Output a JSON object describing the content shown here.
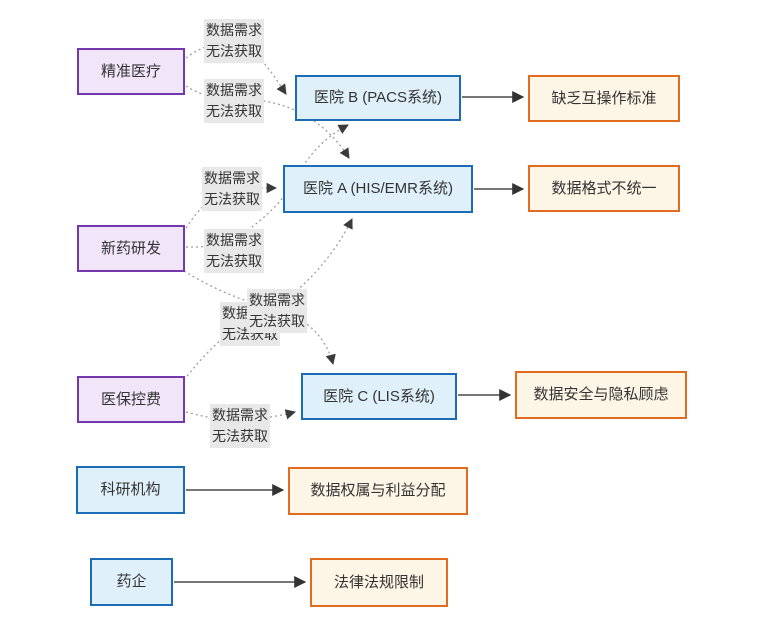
{
  "diagram": {
    "title_hint": "medical-data-flowchart",
    "nodes": {
      "precision_medicine": {
        "label": "精准医疗"
      },
      "new_drug_rd": {
        "label": "新药研发"
      },
      "insurance_cost_control": {
        "label": "医保控费"
      },
      "research_institution": {
        "label": "科研机构"
      },
      "pharma_company": {
        "label": "药企"
      },
      "hospital_b": {
        "label": "医院 B (PACS系统)"
      },
      "hospital_a": {
        "label": "医院 A (HIS/EMR系统)"
      },
      "hospital_c": {
        "label": "医院 C (LIS系统)"
      },
      "lack_interop": {
        "label": "缺乏互操作标准"
      },
      "format_inconsistent": {
        "label": "数据格式不统一"
      },
      "security_privacy": {
        "label": "数据安全与隐私顾虑"
      },
      "ownership_benefit": {
        "label": "数据权属与利益分配"
      },
      "legal_limits": {
        "label": "法律法规限制"
      }
    },
    "edge_label": "数据需求\n无法获取",
    "edges": [
      {
        "from": "精准医疗",
        "to": "医院 B (PACS系统)",
        "label": "数据需求无法获取",
        "style": "dotted"
      },
      {
        "from": "精准医疗",
        "to": "医院 A (HIS/EMR系统)",
        "label": "数据需求无法获取",
        "style": "dotted"
      },
      {
        "from": "新药研发",
        "to": "医院 A (HIS/EMR系统)",
        "label": "数据需求无法获取",
        "style": "dotted"
      },
      {
        "from": "新药研发",
        "to": "医院 B (PACS系统)",
        "label": "数据需求无法获取",
        "style": "dotted"
      },
      {
        "from": "新药研发",
        "to": "医院 C (LIS系统)",
        "label": "数据需求无法获取",
        "style": "dotted"
      },
      {
        "from": "医保控费",
        "to": "医院 A (HIS/EMR系统)",
        "label": "数据需求无法获取",
        "style": "dotted"
      },
      {
        "from": "医保控费",
        "to": "医院 C (LIS系统)",
        "label": "数据需求无法获取",
        "style": "dotted"
      },
      {
        "from": "医院 B (PACS系统)",
        "to": "缺乏互操作标准",
        "style": "solid"
      },
      {
        "from": "医院 A (HIS/EMR系统)",
        "to": "数据格式不统一",
        "style": "solid"
      },
      {
        "from": "医院 C (LIS系统)",
        "to": "数据安全与隐私顾虑",
        "style": "solid"
      },
      {
        "from": "科研机构",
        "to": "数据权属与利益分配",
        "style": "solid"
      },
      {
        "from": "药企",
        "to": "法律法规限制",
        "style": "solid"
      }
    ],
    "colors": {
      "demand_fill": "#f1e5f9",
      "demand_border": "#7238ac",
      "hospital_fill": "#dff0fa",
      "hospital_border": "#1b6cb5",
      "issue_fill": "#fdf5e6",
      "issue_border": "#e06c1f",
      "dotted_edge": "#9e9e9e",
      "solid_edge": "#4a4a4a",
      "arrowhead": "#3b3b3b",
      "edge_label_bg": "#e8e8e8",
      "text": "#333333"
    }
  }
}
